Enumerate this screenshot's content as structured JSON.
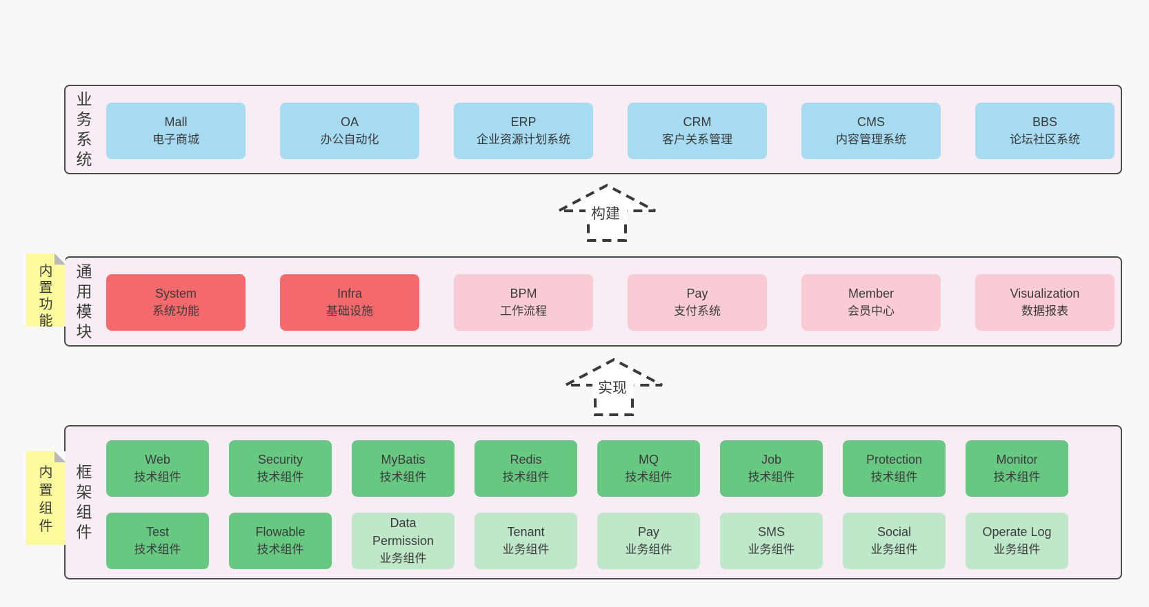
{
  "colors": {
    "page_bg": "#f8f8f8",
    "section_bg": "#f9edf5",
    "section_border": "#4a4a4a",
    "blue": "#a6dbf2",
    "red": "#f4696c",
    "pink": "#f9cbd4",
    "green_dark": "#67c882",
    "green_light": "#bfe8ca",
    "sticky_yellow": "#fbfb9d",
    "text": "#3a3a3a"
  },
  "business_section": {
    "label": "业务系统",
    "boxes": [
      {
        "title": "Mall",
        "subtitle": "电子商城",
        "variant": "blue"
      },
      {
        "title": "OA",
        "subtitle": "办公自动化",
        "variant": "blue"
      },
      {
        "title": "ERP",
        "subtitle": "企业资源计划系统",
        "variant": "blue"
      },
      {
        "title": "CRM",
        "subtitle": "客户关系管理",
        "variant": "blue"
      },
      {
        "title": "CMS",
        "subtitle": "内容管理系统",
        "variant": "blue"
      },
      {
        "title": "BBS",
        "subtitle": "论坛社区系统",
        "variant": "blue"
      }
    ]
  },
  "arrow_build": {
    "label": "构建"
  },
  "modules_section": {
    "label": "通用模块",
    "sticky": "内置功能",
    "boxes": [
      {
        "title": "System",
        "subtitle": "系统功能",
        "variant": "red"
      },
      {
        "title": "Infra",
        "subtitle": "基础设施",
        "variant": "red"
      },
      {
        "title": "BPM",
        "subtitle": "工作流程",
        "variant": "pink"
      },
      {
        "title": "Pay",
        "subtitle": "支付系统",
        "variant": "pink"
      },
      {
        "title": "Member",
        "subtitle": "会员中心",
        "variant": "pink"
      },
      {
        "title": "Visualization",
        "subtitle": "数据报表",
        "variant": "pink"
      }
    ]
  },
  "arrow_implement": {
    "label": "实现"
  },
  "components_section": {
    "label": "框架组件",
    "sticky": "内置组件",
    "row1": [
      {
        "title": "Web",
        "subtitle": "技术组件",
        "variant": "green-dark"
      },
      {
        "title": "Security",
        "subtitle": "技术组件",
        "variant": "green-dark"
      },
      {
        "title": "MyBatis",
        "subtitle": "技术组件",
        "variant": "green-dark"
      },
      {
        "title": "Redis",
        "subtitle": "技术组件",
        "variant": "green-dark"
      },
      {
        "title": "MQ",
        "subtitle": "技术组件",
        "variant": "green-dark"
      },
      {
        "title": "Job",
        "subtitle": "技术组件",
        "variant": "green-dark"
      },
      {
        "title": "Protection",
        "subtitle": "技术组件",
        "variant": "green-dark"
      },
      {
        "title": "Monitor",
        "subtitle": "技术组件",
        "variant": "green-dark"
      }
    ],
    "row2": [
      {
        "title": "Test",
        "subtitle": "技术组件",
        "variant": "green-dark"
      },
      {
        "title": "Flowable",
        "subtitle": "技术组件",
        "variant": "green-dark"
      },
      {
        "title": "Data\nPermission",
        "subtitle": "业务组件",
        "variant": "green-light"
      },
      {
        "title": "Tenant",
        "subtitle": "业务组件",
        "variant": "green-light"
      },
      {
        "title": "Pay",
        "subtitle": "业务组件",
        "variant": "green-light"
      },
      {
        "title": "SMS",
        "subtitle": "业务组件",
        "variant": "green-light"
      },
      {
        "title": "Social",
        "subtitle": "业务组件",
        "variant": "green-light"
      },
      {
        "title": "Operate Log",
        "subtitle": "业务组件",
        "variant": "green-light"
      }
    ]
  }
}
